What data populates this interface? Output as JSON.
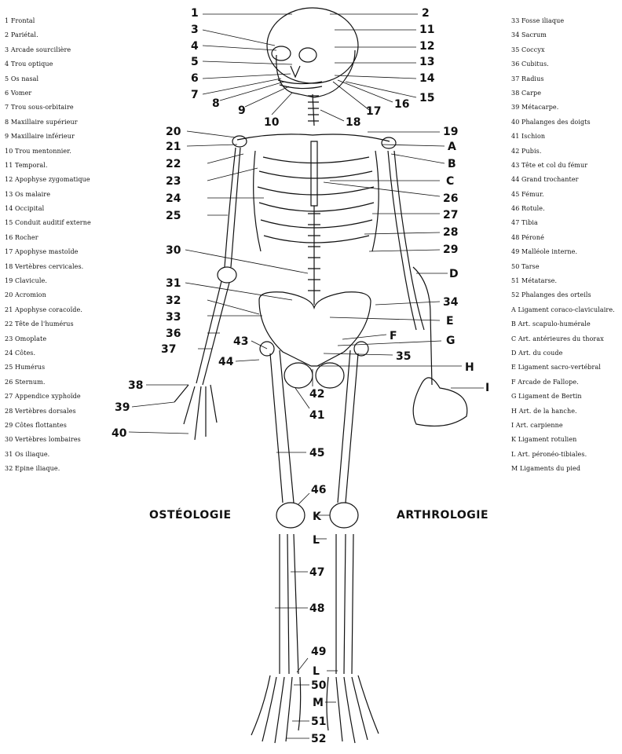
{
  "titles": {
    "left": "OSTÉOLOGIE",
    "right": "ARTHROLOGIE"
  },
  "legend_left": [
    "1 Frontal",
    "2 Pariétal.",
    "3 Arcade sourcilière",
    "4 Trou optique",
    "5 Os nasal",
    "6 Vomer",
    "7 Trou sous-orbitaire",
    "8 Maxillaire supérieur",
    "9 Maxillaire inférieur",
    "10 Trou mentonnier.",
    "11 Temporal.",
    "12 Apophyse zygomatique",
    "13 Os malaire",
    "14 Occipital",
    "15 Conduit auditif externe",
    "16 Rocher",
    "17 Apophyse mastoïde",
    "18 Vertèbres cervicales.",
    "19 Clavicule.",
    "20 Acromion",
    "21 Apophyse coracoïde.",
    "22 Tête de l'humérus",
    "23 Omoplate",
    "24 Côtes.",
    "25 Humérus",
    "26 Sternum.",
    "27 Appendice xyphoïde",
    "28 Vertèbres dorsales",
    "29 Côtes flottantes",
    "30 Vertèbres lombaires",
    "31 Os iliaque.",
    "32 Epine iliaque."
  ],
  "legend_right": [
    "33 Fosse iliaque",
    "34 Sacrum",
    "35 Coccyx",
    "36 Cubitus.",
    "37 Radius",
    "38 Carpe",
    "39 Métacarpe.",
    "40 Phalanges des doigts",
    "41 Ischion",
    "42 Pubis.",
    "43 Tête et col du fémur",
    "44 Grand trochanter",
    "45 Fémur.",
    "46 Rotule.",
    "47 Tibia",
    "48 Péroné",
    "49 Malléole interne.",
    "50 Tarse",
    "51 Métatarse.",
    "52 Phalanges des orteils",
    "A Ligament coraco-claviculaire.",
    "B Art. scapulo-humérale",
    "C Art. antérieures du thorax",
    "D Art. du coude",
    "E Ligament sacro-vertébral",
    "F Arcade de Fallope.",
    "G Ligament de Bertin",
    "H Art. de la hanche.",
    "I Art. carpienne",
    "K Ligament rotulien",
    "L Art. péronéo-tibiales.",
    "M Ligaments du pied"
  ],
  "callouts_left": [
    "1",
    "3",
    "4",
    "5",
    "6",
    "7",
    "8",
    "9",
    "10",
    "20",
    "21",
    "22",
    "23",
    "24",
    "25",
    "30",
    "31",
    "32",
    "33",
    "36",
    "37",
    "43",
    "44",
    "38",
    "39",
    "40"
  ],
  "callouts_right": [
    "2",
    "11",
    "12",
    "13",
    "14",
    "15",
    "16",
    "17",
    "18",
    "19",
    "A",
    "B",
    "C",
    "26",
    "27",
    "28",
    "29",
    "D",
    "34",
    "E",
    "F",
    "G",
    "35",
    "H",
    "I",
    "42",
    "41",
    "45",
    "46",
    "K",
    "L",
    "47",
    "48",
    "49",
    "L",
    "50",
    "M",
    "51",
    "52"
  ]
}
